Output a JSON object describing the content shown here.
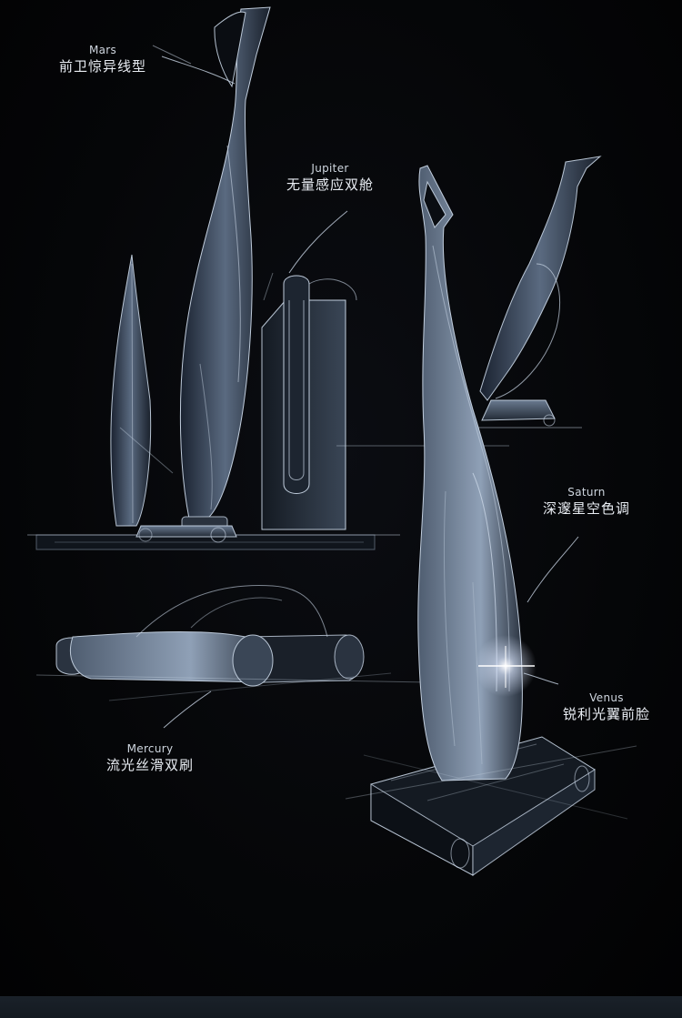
{
  "annotations": {
    "mars": {
      "en": "Mars",
      "zh": "前卫惊异线型"
    },
    "jupiter": {
      "en": "Jupiter",
      "zh": "无量感应双舱"
    },
    "saturn": {
      "en": "Saturn",
      "zh": "深邃星空色调"
    },
    "venus": {
      "en": "Venus",
      "zh": "锐利光翼前脸"
    },
    "mercury": {
      "en": "Mercury",
      "zh": "流光丝滑双刷"
    }
  },
  "colors": {
    "background": "#050608",
    "line": "#c9d6e6",
    "glow": "#ffffff",
    "footer": "#161c23"
  }
}
